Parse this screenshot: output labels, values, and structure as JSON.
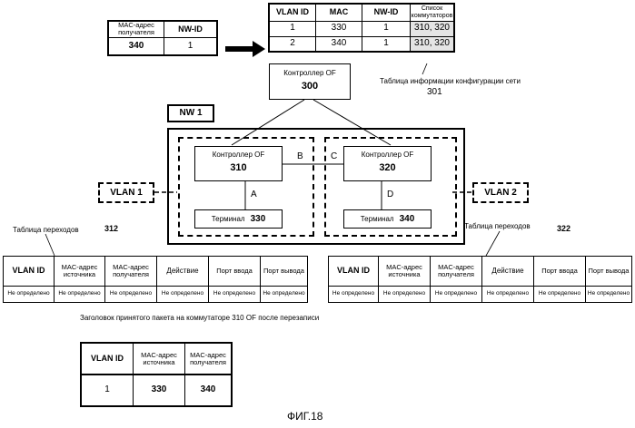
{
  "header_table": {
    "columns": [
      "MAC-адрес получателя",
      "NW-ID"
    ],
    "row": [
      "340",
      "1"
    ]
  },
  "config_table": {
    "columns": [
      "VLAN ID",
      "MAC",
      "NW-ID",
      "Список коммутаторов"
    ],
    "rows": [
      [
        "1",
        "330",
        "1",
        "310, 320"
      ],
      [
        "2",
        "340",
        "1",
        "310, 320"
      ]
    ],
    "caption": "Таблица информации конфигурации сети",
    "ref": "301"
  },
  "controller_top": {
    "title": "Контроллер OF",
    "id": "300"
  },
  "nw_label": "NW 1",
  "switch_left": {
    "title": "Контроллер OF",
    "id": "310"
  },
  "switch_right": {
    "title": "Контроллер OF",
    "id": "320"
  },
  "terminal_left": {
    "title": "Терминал",
    "id": "330"
  },
  "terminal_right": {
    "title": "Терминал",
    "id": "340"
  },
  "link_labels": {
    "a": "A",
    "b": "B",
    "c": "C",
    "d": "D"
  },
  "vlan_left": "VLAN 1",
  "vlan_right": "VLAN 2",
  "flow_table_left": {
    "caption": "Таблица переходов",
    "ref": "312",
    "columns": [
      "VLAN ID",
      "MAC-адрес источника",
      "MAC-адрес получателя",
      "Действие",
      "Порт ввода",
      "Порт вывода"
    ],
    "row": [
      "Не определено",
      "Не определено",
      "Не определено",
      "Не определено",
      "Не определено",
      "Не определено"
    ]
  },
  "flow_table_right": {
    "caption": "Таблица переходов",
    "ref": "322",
    "columns": [
      "VLAN ID",
      "MAC-адрес источника",
      "MAC-адрес получателя",
      "Действие",
      "Порт ввода",
      "Порт вывода"
    ],
    "row": [
      "Не определено",
      "Не определено",
      "Не определено",
      "Не определено",
      "Не определено",
      "Не определено"
    ]
  },
  "packet_header": {
    "caption": "Заголовок принятого пакета на коммутаторе 310 OF после перезаписи",
    "columns": [
      "VLAN ID",
      "MAC-адрес источника",
      "MAC-адрес получателя"
    ],
    "row": [
      "1",
      "330",
      "340"
    ]
  },
  "figure_label": "ФИГ.18"
}
